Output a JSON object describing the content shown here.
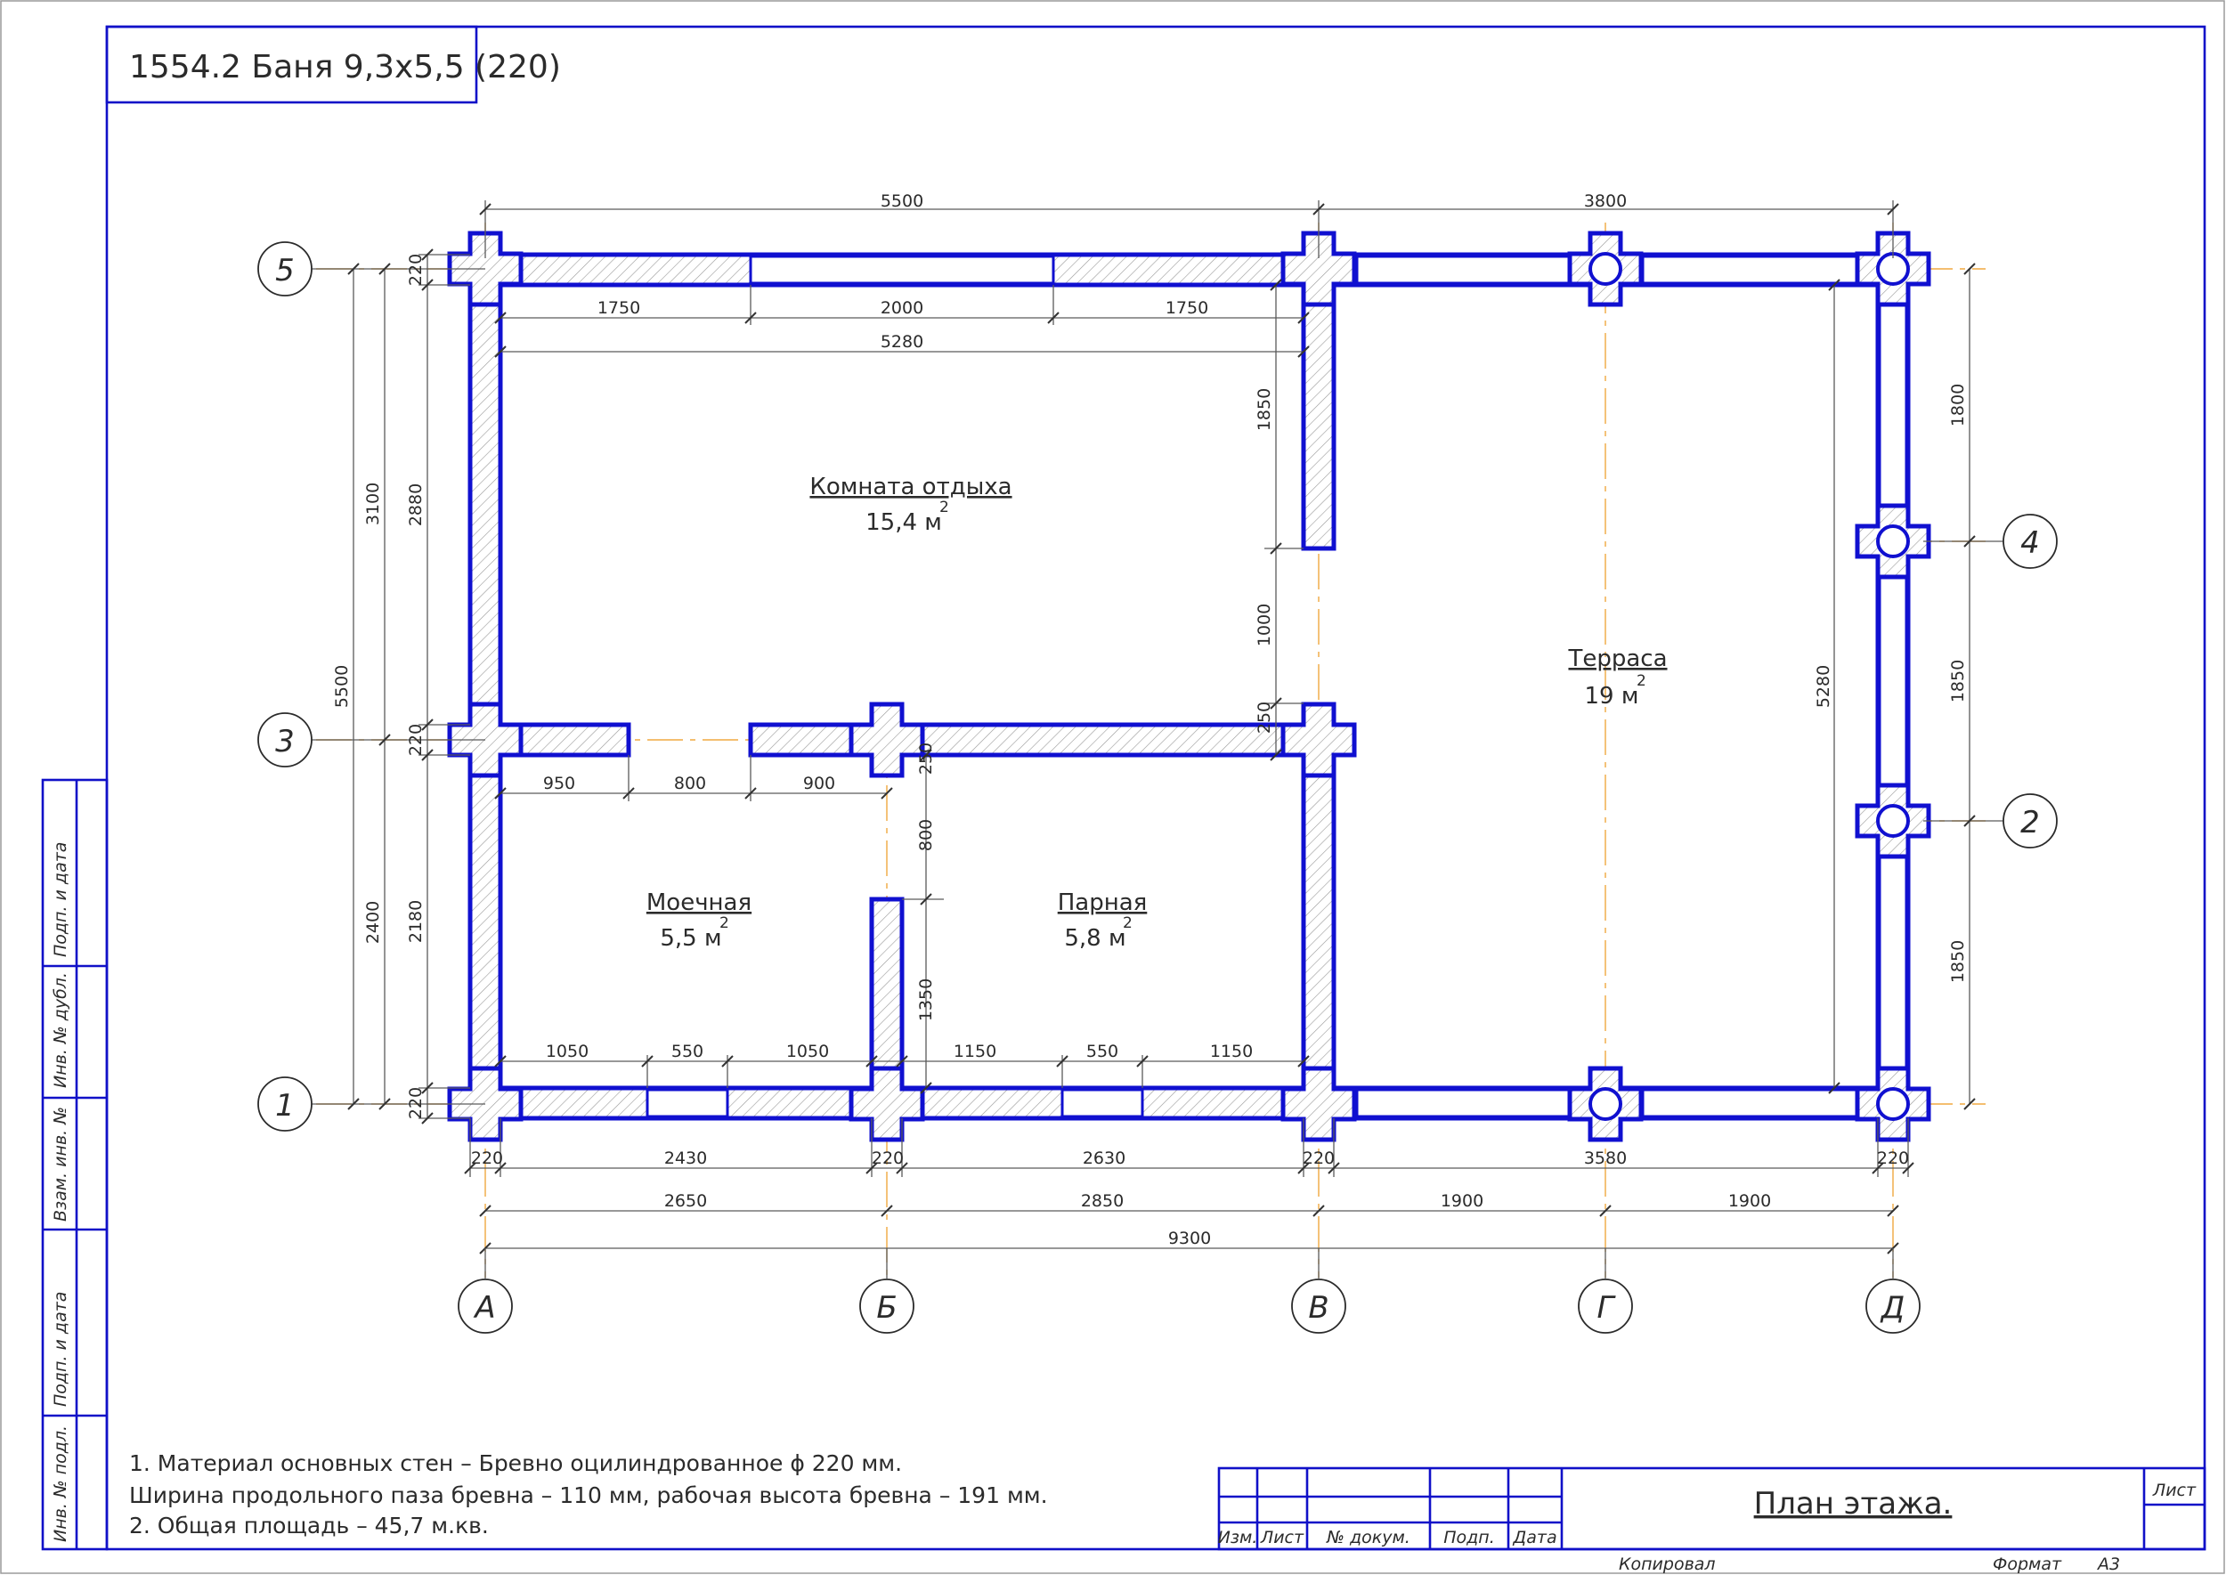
{
  "sheet_title": "1554.2 Баня 9,3х5,5 (220)",
  "rooms": [
    {
      "name": "Комната отдыха",
      "area": "15,4 м",
      "sup": "2"
    },
    {
      "name": "Терраса",
      "area": "19 м",
      "sup": "2"
    },
    {
      "name": "Моечная",
      "area": "5,5 м",
      "sup": "2"
    },
    {
      "name": "Парная",
      "area": "5,8 м",
      "sup": "2"
    }
  ],
  "axes_columns": [
    "А",
    "Б",
    "В",
    "Г",
    "Д"
  ],
  "axes_rows": [
    "5",
    "3",
    "1",
    "4",
    "2"
  ],
  "dims": {
    "top_overall_left": "5500",
    "top_overall_right": "3800",
    "top_row_a": "1750",
    "top_row_b": "2000",
    "top_row_c": "1750",
    "top_inner": "5280",
    "mid_950": "950",
    "mid_800": "800",
    "mid_900": "900",
    "bot_row_1050a": "1050",
    "bot_row_550a": "550",
    "bot_row_1050b": "1050",
    "bot_row_1150a": "1150",
    "bot_row_550b": "550",
    "bot_row_1150b": "1150",
    "below_220_a": "220",
    "below_2430": "2430",
    "below_220_b": "220",
    "below_2630": "2630",
    "below_220_c": "220",
    "below_3580": "3580",
    "below_220_d": "220",
    "chain_2650": "2650",
    "chain_2850": "2850",
    "chain_1900a": "1900",
    "chain_1900b": "1900",
    "overall_9300": "9300",
    "left_5500": "5500",
    "left_3100": "3100",
    "left_2400": "2400",
    "left_2880": "2880",
    "left_2180": "2180",
    "left_220_top": "220",
    "left_220_mid": "220",
    "left_220_bot": "220",
    "int_1850": "1850",
    "int_1000": "1000",
    "int_250a": "250",
    "int_250b": "250",
    "int_800": "800",
    "int_1350": "1350",
    "terrace_5280": "5280",
    "right_1800": "1800",
    "right_1850a": "1850",
    "right_1850b": "1850"
  },
  "notes": [
    "1. Материал основных стен – Бревно оцилиндрованное ϕ 220 мм.",
    "Ширина продольного паза бревна – 110 мм, рабочая высота бревна – 191 мм.",
    "2. Общая площадь – 45,7 м.кв."
  ],
  "side_stamp": [
    "Подп. и дата",
    "Инв. № дубл.",
    "Взам. инв. №",
    "Подп. и дата",
    "Инв. № подл."
  ],
  "title_block": {
    "cols": [
      "Изм.",
      "Лист",
      "№ докум.",
      "Подп.",
      "Дата"
    ],
    "drawing_name": "План этажа.",
    "sheet_label": "Лист",
    "copied": "Копировал",
    "format_label": "Формат",
    "format_value": "А3"
  },
  "colors": {
    "walls": "#1010d0",
    "axes": "#f0a840",
    "frame": "#1010c8"
  }
}
